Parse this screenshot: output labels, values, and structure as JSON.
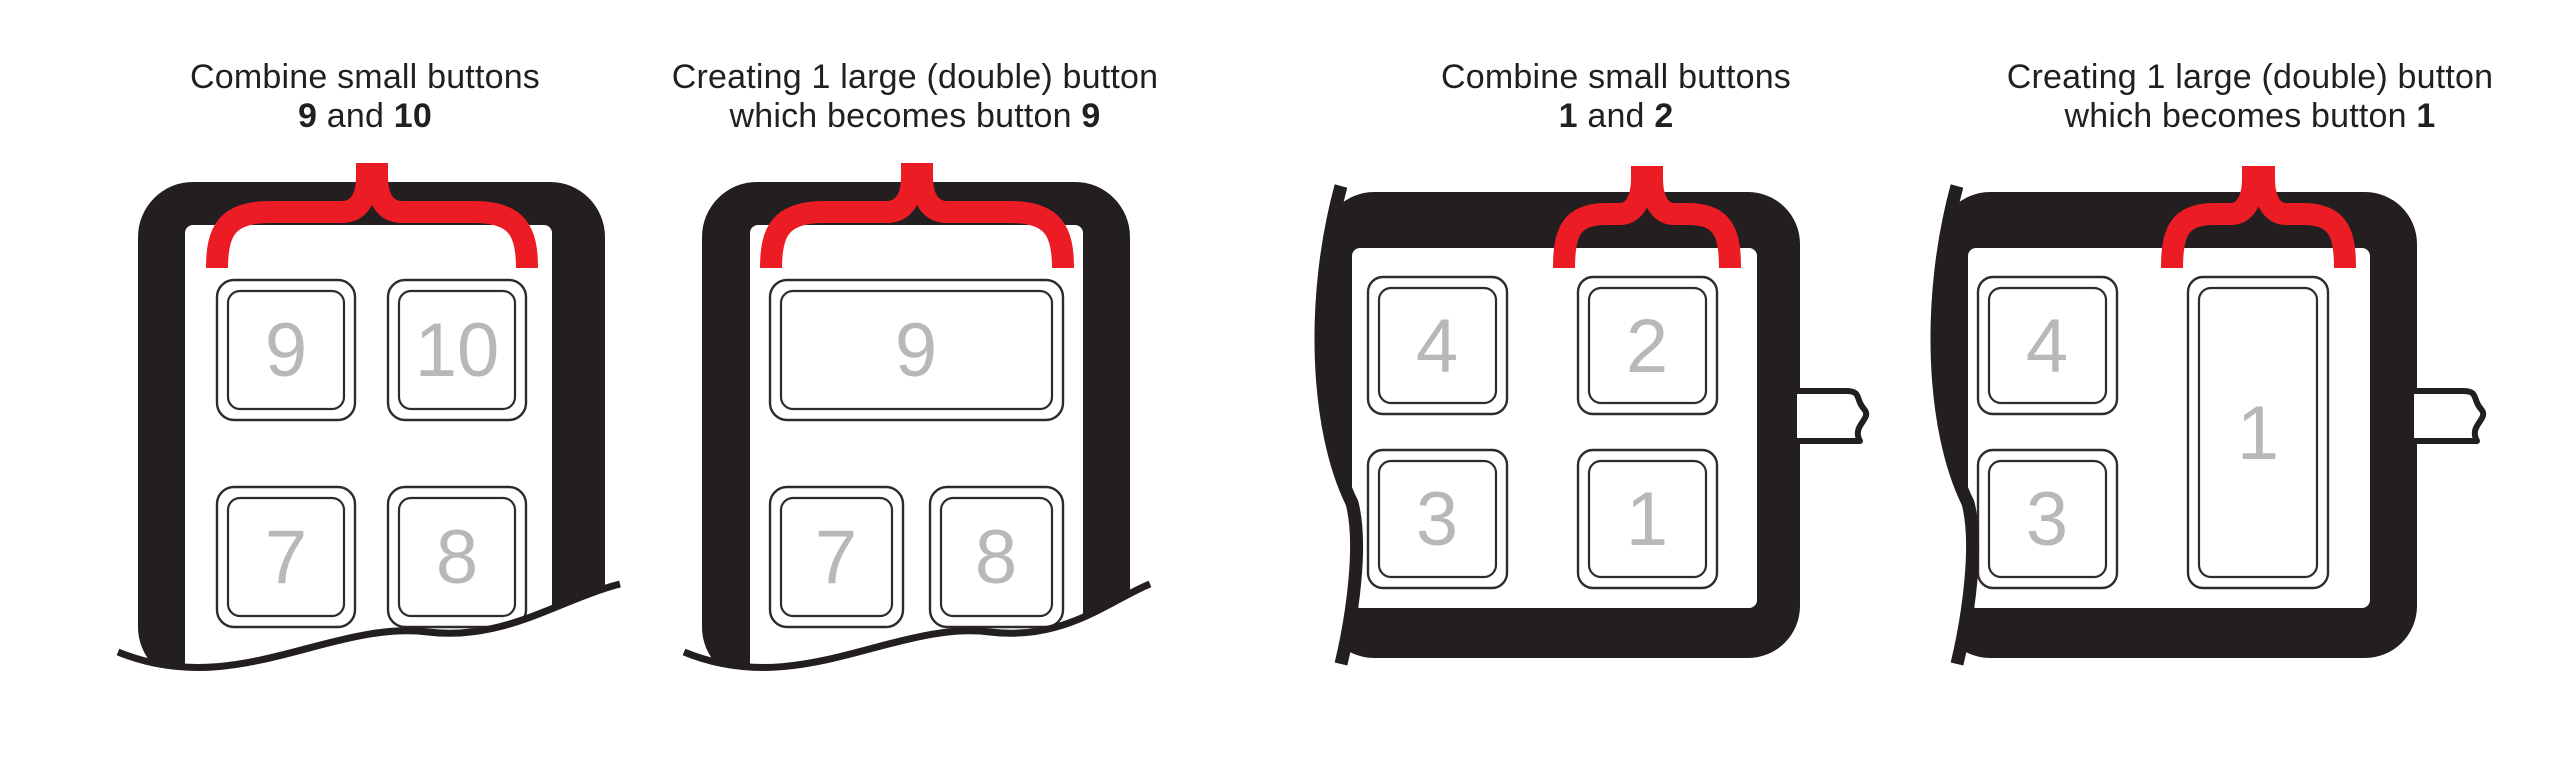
{
  "colors": {
    "frame_black": "#231f20",
    "accent_red": "#ec1c24",
    "digit_gray": "#b6b8ba",
    "button_outline": "#2f2b2c"
  },
  "panels": [
    {
      "heading": {
        "line1": "Combine small buttons",
        "line2_bold1": "9",
        "line2_mid": " and ",
        "line2_bold2": "10"
      },
      "buttons": [
        {
          "label": "9"
        },
        {
          "label": "10"
        },
        {
          "label": "7"
        },
        {
          "label": "8"
        }
      ]
    },
    {
      "heading": {
        "line1": "Creating 1 large (double) button",
        "line2_pre": "which becomes button ",
        "line2_bold": "9"
      },
      "buttons": [
        {
          "label": "9"
        },
        {
          "label": "7"
        },
        {
          "label": "8"
        }
      ]
    },
    {
      "heading": {
        "line1": "Combine small buttons",
        "line2_bold1": "1",
        "line2_mid": " and ",
        "line2_bold2": "2"
      },
      "buttons": [
        {
          "label": "4"
        },
        {
          "label": "2"
        },
        {
          "label": "3"
        },
        {
          "label": "1"
        }
      ]
    },
    {
      "heading": {
        "line1": "Creating 1 large (double) button",
        "line2_pre": "which becomes button ",
        "line2_bold": "1"
      },
      "buttons": [
        {
          "label": "4"
        },
        {
          "label": "3"
        },
        {
          "label": "1"
        }
      ]
    }
  ]
}
